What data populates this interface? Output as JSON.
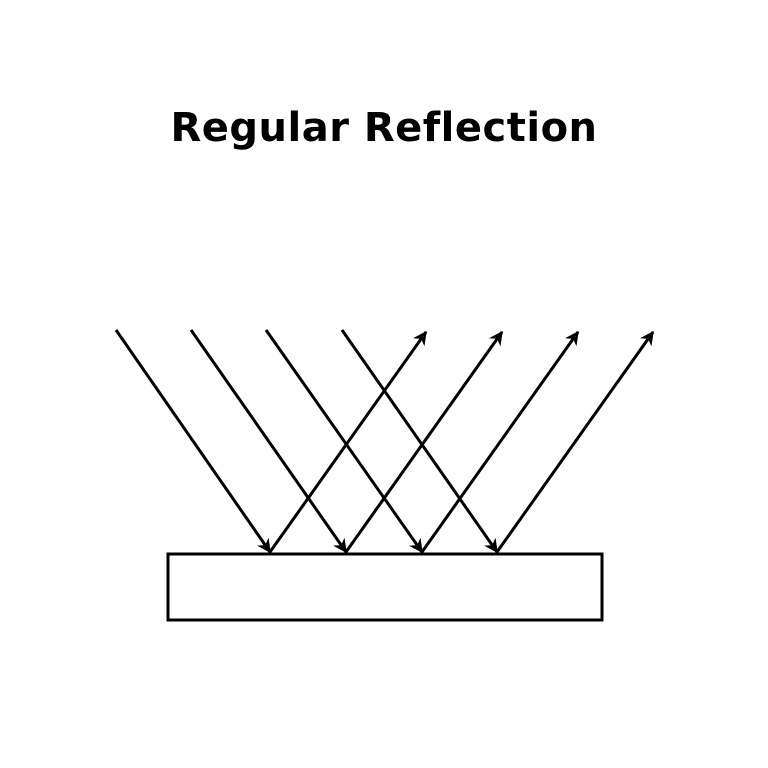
{
  "title": "Regular Reflection",
  "colors": {
    "stroke": "#000000",
    "background": "#ffffff"
  },
  "diagram": {
    "surface": {
      "name": "reflecting-surface"
    },
    "rays": [
      {
        "name": "ray-1"
      },
      {
        "name": "ray-2"
      },
      {
        "name": "ray-3"
      },
      {
        "name": "ray-4"
      }
    ]
  }
}
